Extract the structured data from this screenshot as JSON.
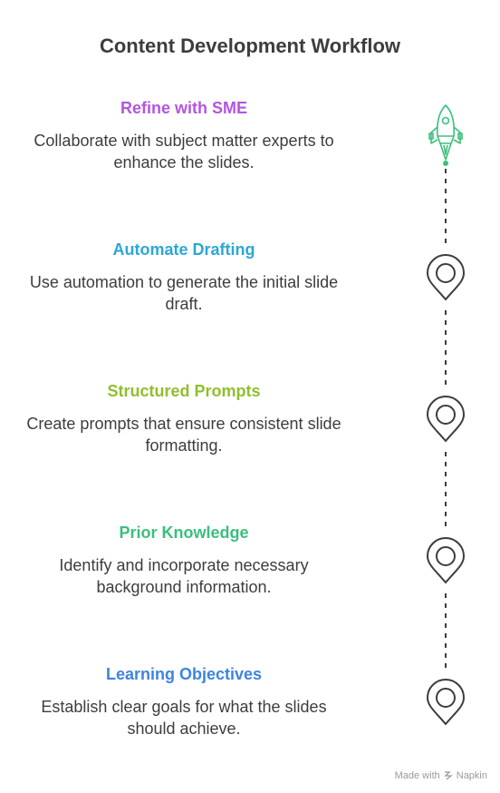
{
  "title": "Content Development Workflow",
  "steps": [
    {
      "title": "Refine with SME",
      "description": "Collaborate with subject matter experts to enhance the slides.",
      "color": "#b455e0",
      "icon": "rocket-icon"
    },
    {
      "title": "Automate Drafting",
      "description": "Use automation to generate the initial slide draft.",
      "color": "#2ba7d6",
      "icon": "location-pin-icon"
    },
    {
      "title": "Structured Prompts",
      "description": "Create prompts that ensure consistent slide formatting.",
      "color": "#8fbf2e",
      "icon": "location-pin-icon"
    },
    {
      "title": "Prior Knowledge",
      "description": "Identify and incorporate necessary background information.",
      "color": "#3bbf7c",
      "icon": "location-pin-icon"
    },
    {
      "title": "Learning Objectives",
      "description": "Establish clear goals for what the slides should achieve.",
      "color": "#3d84e0",
      "icon": "location-pin-icon"
    }
  ],
  "footer": {
    "made_with": "Made with",
    "brand": "Napkin"
  },
  "colors": {
    "rocket": "#3bbf7c",
    "pin": "#3d3d3d",
    "text": "#3d3d3d"
  }
}
